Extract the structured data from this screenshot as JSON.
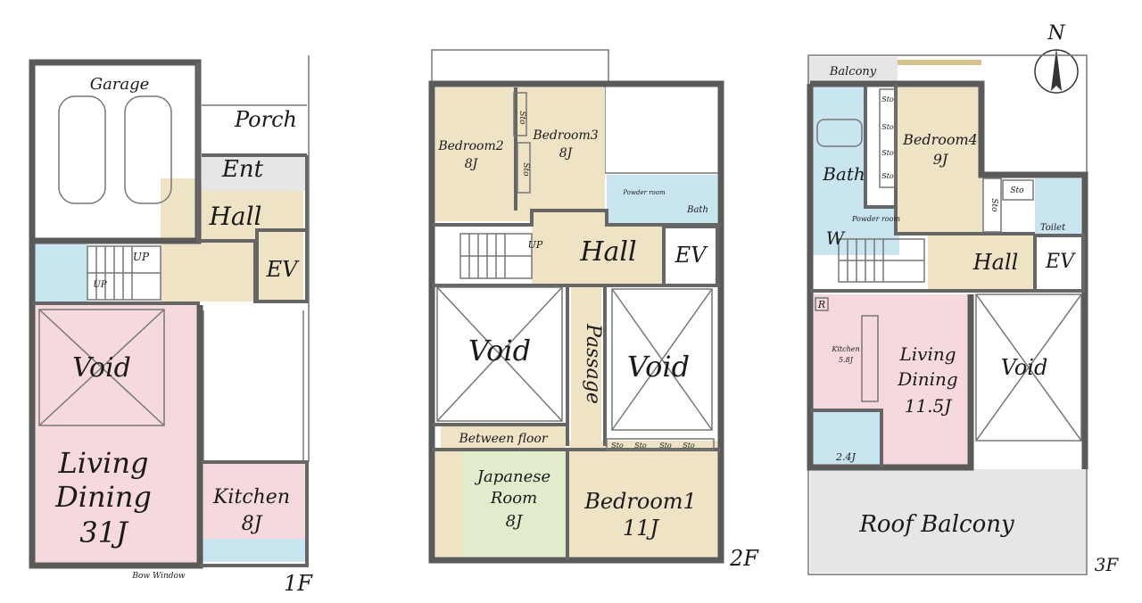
{
  "floor1": {
    "level": "1F",
    "garage": "Garage",
    "porch": "Porch",
    "ent": "Ent",
    "hall": "Hall",
    "ev": "EV",
    "up": "UP",
    "void": "Void",
    "living_line1": "Living",
    "living_line2": "Dining",
    "living_size": "31J",
    "kitchen": "Kitchen",
    "kitchen_size": "8J",
    "bow_window": "Bow Window"
  },
  "floor2": {
    "level": "2F",
    "bedroom2": "Bedroom2",
    "bedroom2_size": "8J",
    "bedroom3": "Bedroom3",
    "bedroom3_size": "8J",
    "sto": "Sto",
    "powder_room": "Powder room",
    "bath": "Bath",
    "hall": "Hall",
    "ev": "EV",
    "up": "UP",
    "void": "Void",
    "passage": "Passage",
    "between_floor": "Between floor",
    "japanese_line1": "Japanese",
    "japanese_line2": "Room",
    "japanese_size": "8J",
    "bedroom1": "Bedroom1",
    "bedroom1_size": "11J"
  },
  "floor3": {
    "level": "3F",
    "north": "N",
    "balcony": "Balcony",
    "sto": "Sto",
    "bedroom4": "Bedroom4",
    "bedroom4_size": "9J",
    "bath": "Bath",
    "w": "W",
    "powder_room": "Powder room",
    "toilet": "Toilet",
    "hall": "Hall",
    "ev": "EV",
    "r": "R",
    "kitchen": "Kitchen",
    "kitchen_size": "5.8J",
    "living_line1": "Living",
    "living_line2": "Dining",
    "living_size": "11.5J",
    "small_room_size": "2.4J",
    "void": "Void",
    "roof_balcony": "Roof Balcony"
  },
  "colors": {
    "living": "#f5d9dc",
    "room": "#efe3c6",
    "japanese": "#e0eccb",
    "wet": "#c9e6f0",
    "balcony": "#e6e6e6",
    "wall": "#5a5a5a"
  }
}
